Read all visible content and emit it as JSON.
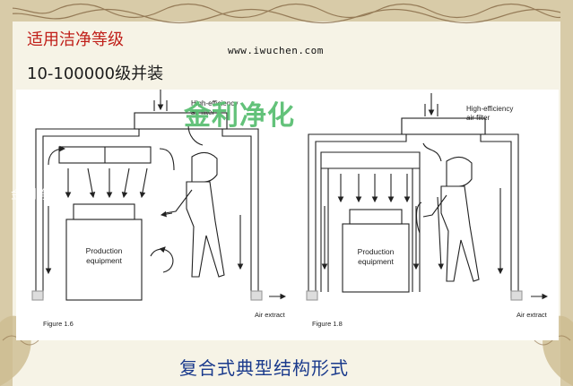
{
  "slide": {
    "title": "适用洁净等级",
    "subtitle": "10-100000级并装",
    "url": "www.iwuchen.com",
    "watermark_large": "金利净化",
    "watermark_small": "金利净化",
    "caption": "复合式典型结构形式"
  },
  "diagram_left": {
    "filter_label_line1": "High-efficiency",
    "filter_label_line2": "air filter",
    "equipment_line1": "Production",
    "equipment_line2": "equipment",
    "figure_label": "Figure 1.6"
  },
  "diagram_right": {
    "filter_label_line1": "High-efficiency",
    "filter_label_line2": "air filter",
    "equipment_line1": "Production",
    "equipment_line2": "equipment",
    "figure_label": "Figure 1.8",
    "extract_label": "Air extract"
  },
  "diagram_middle": {
    "extract_label": "Air extract"
  },
  "colors": {
    "title_red": "#c0201a",
    "caption_blue": "#1a3a8c",
    "watermark_green": "#5bbf73",
    "frame_brown": "#6b4a2b"
  }
}
